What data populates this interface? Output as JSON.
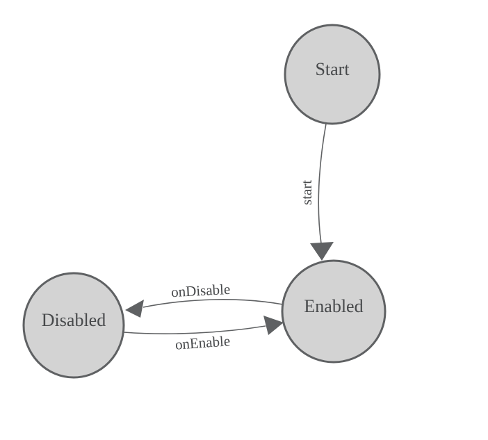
{
  "diagram": {
    "type": "state-machine",
    "colors": {
      "background": "#ffffff",
      "node_fill": "#d3d3d3",
      "node_stroke": "#5f6163",
      "edge_color": "#5f6163",
      "label_color": "#47494b"
    },
    "nodes": [
      {
        "id": "start",
        "label": "Start"
      },
      {
        "id": "enabled",
        "label": "Enabled"
      },
      {
        "id": "disabled",
        "label": "Disabled"
      }
    ],
    "edges": [
      {
        "from": "Start",
        "to": "Enabled",
        "label": "start"
      },
      {
        "from": "Enabled",
        "to": "Disabled",
        "label": "onDisable"
      },
      {
        "from": "Disabled",
        "to": "Enabled",
        "label": "onEnable"
      }
    ]
  }
}
